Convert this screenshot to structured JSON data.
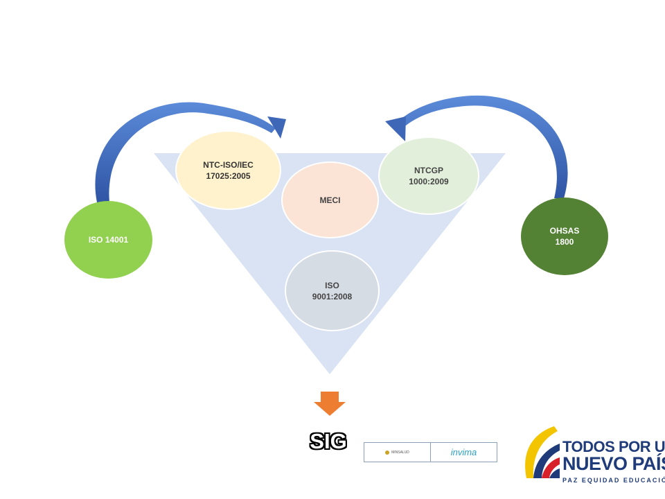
{
  "diagram": {
    "nodes": {
      "meci": "MECI",
      "ntc_iso_iec": "NTC-ISO/IEC\n17025:2005",
      "ntcgp": "NTCGP\n1000:2009",
      "iso_9001": "ISO\n9001:2008",
      "iso_14001": "ISO 14001",
      "ohsas": "OHSAS\n1800"
    },
    "result_label": "SIG"
  },
  "logos": {
    "left_cell": "MINSALUD",
    "right_cell": "invima",
    "gov_line1": "TODOS POR UN",
    "gov_line2": "NUEVO PAÍS",
    "gov_line3": "PAZ  EQUIDAD  EDUCACIÓN"
  },
  "colors": {
    "triangle": "#dae3f3",
    "arrow_blue": "#4472c4",
    "down_arrow": "#ed7d31",
    "iso14001": "#92d050",
    "ohsas": "#548235"
  }
}
